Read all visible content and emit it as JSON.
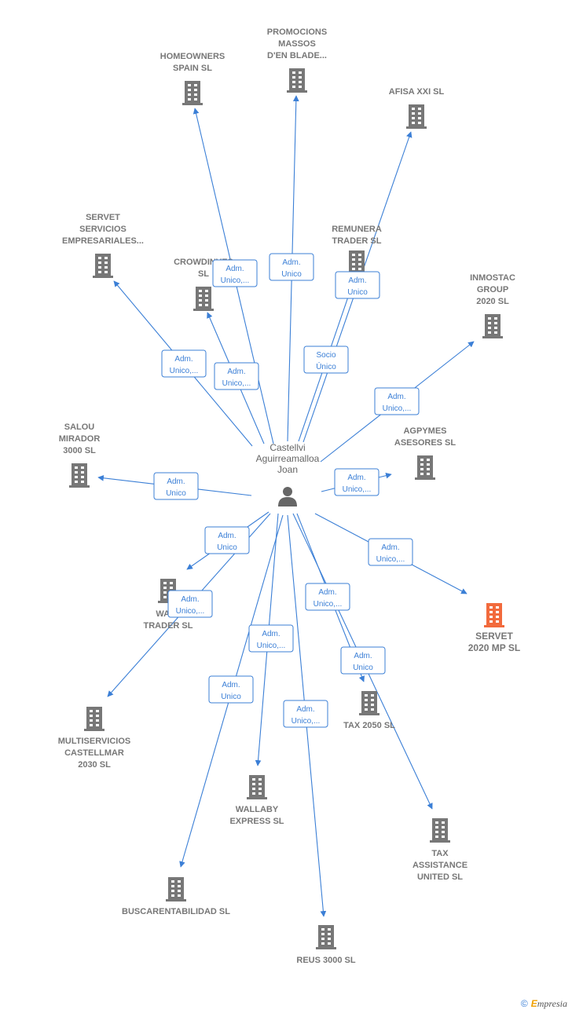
{
  "person": {
    "lines": [
      "Castellvi",
      "Aguirreamalloa",
      "Joan"
    ]
  },
  "colors": {
    "edge": "#3b7fd6",
    "company": "#777777",
    "focus": "#f26a3c",
    "person": "#666666"
  },
  "companies": [
    {
      "id": "homeowners",
      "lines": [
        "HOMEOWNERS",
        "SPAIN  SL"
      ],
      "focus": false
    },
    {
      "id": "promocions",
      "lines": [
        "PROMOCIONS",
        "MASSOS",
        "D'EN BLADE..."
      ],
      "focus": false
    },
    {
      "id": "afisa",
      "lines": [
        "AFISA XXI  SL"
      ],
      "focus": false
    },
    {
      "id": "servet-servicios",
      "lines": [
        "SERVET",
        "SERVICIOS",
        "EMPRESARIALES..."
      ],
      "focus": false
    },
    {
      "id": "crowdinves",
      "lines": [
        "CROWDINVES",
        "SL"
      ],
      "focus": false
    },
    {
      "id": "remunera",
      "lines": [
        "REMUNERA",
        "TRADER SL"
      ],
      "focus": false
    },
    {
      "id": "inmostac",
      "lines": [
        "INMOSTAC",
        "GROUP",
        "2020  SL"
      ],
      "focus": false
    },
    {
      "id": "salou",
      "lines": [
        "SALOU",
        "MIRADOR",
        "3000  SL"
      ],
      "focus": false
    },
    {
      "id": "agpymes",
      "lines": [
        "AGPYMES",
        "ASESORES  SL"
      ],
      "focus": false
    },
    {
      "id": "wallaby-trader",
      "lines": [
        "WALL",
        "TRADER  SL"
      ],
      "focus": false
    },
    {
      "id": "servet-2020",
      "lines": [
        "SERVET",
        "2020 MP  SL"
      ],
      "focus": true
    },
    {
      "id": "multiservicios",
      "lines": [
        "MULTISERVICIOS",
        "CASTELLMAR",
        "2030  SL"
      ],
      "focus": false
    },
    {
      "id": "tax2050",
      "lines": [
        "TAX 2050  SL"
      ],
      "focus": false
    },
    {
      "id": "wallaby-express",
      "lines": [
        "WALLABY",
        "EXPRESS  SL"
      ],
      "focus": false
    },
    {
      "id": "tax-assistance",
      "lines": [
        "TAX",
        "ASSISTANCE",
        "UNITED  SL"
      ],
      "focus": false
    },
    {
      "id": "buscarentabilidad",
      "lines": [
        "BUSCARENTABILIDAD SL"
      ],
      "focus": false
    },
    {
      "id": "reus",
      "lines": [
        "REUS 3000  SL"
      ],
      "focus": false
    }
  ],
  "relations": [
    {
      "to": "homeowners",
      "lines": [
        "Adm.",
        "Unico,..."
      ]
    },
    {
      "to": "promocions",
      "lines": [
        "Adm.",
        "Unico"
      ]
    },
    {
      "to": "afisa",
      "lines": [
        "Adm.",
        "Unico"
      ]
    },
    {
      "to": "remunera",
      "lines": [
        "Socio",
        "Único"
      ]
    },
    {
      "to": "servet-servicios",
      "lines": [
        "Adm.",
        "Unico,..."
      ]
    },
    {
      "to": "crowdinves",
      "lines": [
        "Adm.",
        "Unico,..."
      ]
    },
    {
      "to": "inmostac",
      "lines": [
        "Adm.",
        "Unico,..."
      ]
    },
    {
      "to": "salou",
      "lines": [
        "Adm.",
        "Unico"
      ]
    },
    {
      "to": "agpymes",
      "lines": [
        "Adm.",
        "Unico,..."
      ]
    },
    {
      "to": "wallaby-trader",
      "lines": [
        "Adm.",
        "Unico"
      ]
    },
    {
      "to": "servet-2020",
      "lines": [
        "Adm.",
        "Unico,..."
      ]
    },
    {
      "to": "multiservicios",
      "lines": [
        "Adm.",
        "Unico,..."
      ]
    },
    {
      "to": "tax2050",
      "lines": [
        "Adm.",
        "Unico,..."
      ]
    },
    {
      "to": "wallaby-express",
      "lines": [
        "Adm.",
        "Unico,..."
      ]
    },
    {
      "to": "tax-assistance",
      "lines": [
        "Adm.",
        "Unico"
      ]
    },
    {
      "to": "buscarentabilidad",
      "lines": [
        "Adm.",
        "Unico"
      ]
    },
    {
      "to": "reus",
      "lines": [
        "Adm.",
        "Unico,..."
      ]
    }
  ],
  "footer": {
    "copyright": "©",
    "brand_first": "E",
    "brand_rest": "mpresia"
  }
}
